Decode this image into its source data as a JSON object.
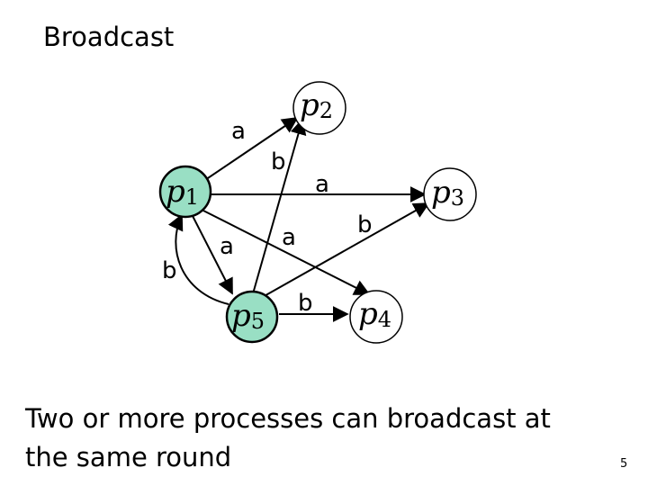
{
  "title": "Broadcast",
  "nodes": [
    {
      "id": "p1",
      "letter": "p",
      "sub": "1",
      "highlighted": true
    },
    {
      "id": "p2",
      "letter": "p",
      "sub": "2",
      "highlighted": false
    },
    {
      "id": "p3",
      "letter": "p",
      "sub": "3",
      "highlighted": false
    },
    {
      "id": "p4",
      "letter": "p",
      "sub": "4",
      "highlighted": false
    },
    {
      "id": "p5",
      "letter": "p",
      "sub": "5",
      "highlighted": true
    }
  ],
  "edges": [
    {
      "from": "p1",
      "to": "p2",
      "label": "a"
    },
    {
      "from": "p1",
      "to": "p3",
      "label": "a"
    },
    {
      "from": "p1",
      "to": "p4",
      "label": "a"
    },
    {
      "from": "p1",
      "to": "p5",
      "label": "a"
    },
    {
      "from": "p5",
      "to": "p1",
      "label": "b"
    },
    {
      "from": "p5",
      "to": "p2",
      "label": "b"
    },
    {
      "from": "p5",
      "to": "p3",
      "label": "b"
    },
    {
      "from": "p5",
      "to": "p4",
      "label": "b"
    }
  ],
  "colors": {
    "highlight": "#99dfc4",
    "ink": "#000000",
    "background": "#ffffff"
  },
  "caption": {
    "line1": "Two or more processes can broadcast at",
    "line2": "the same round"
  },
  "page_number": "5"
}
